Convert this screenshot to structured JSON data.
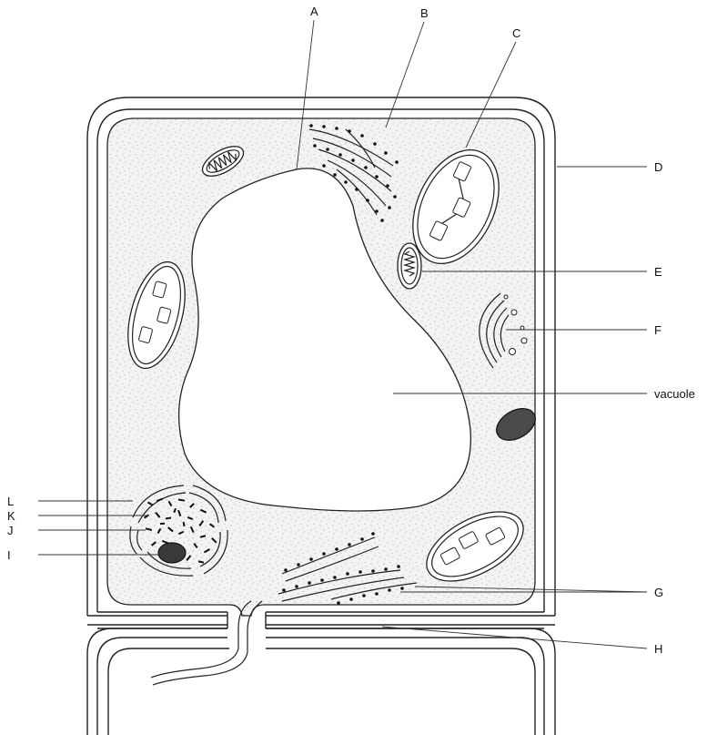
{
  "diagram": {
    "labels": {
      "A": "A",
      "B": "B",
      "C": "C",
      "D": "D",
      "E": "E",
      "F": "F",
      "vacuole": "vacuole",
      "G": "G",
      "H": "H",
      "L": "L",
      "K": "K",
      "J": "J",
      "I": "I"
    }
  }
}
